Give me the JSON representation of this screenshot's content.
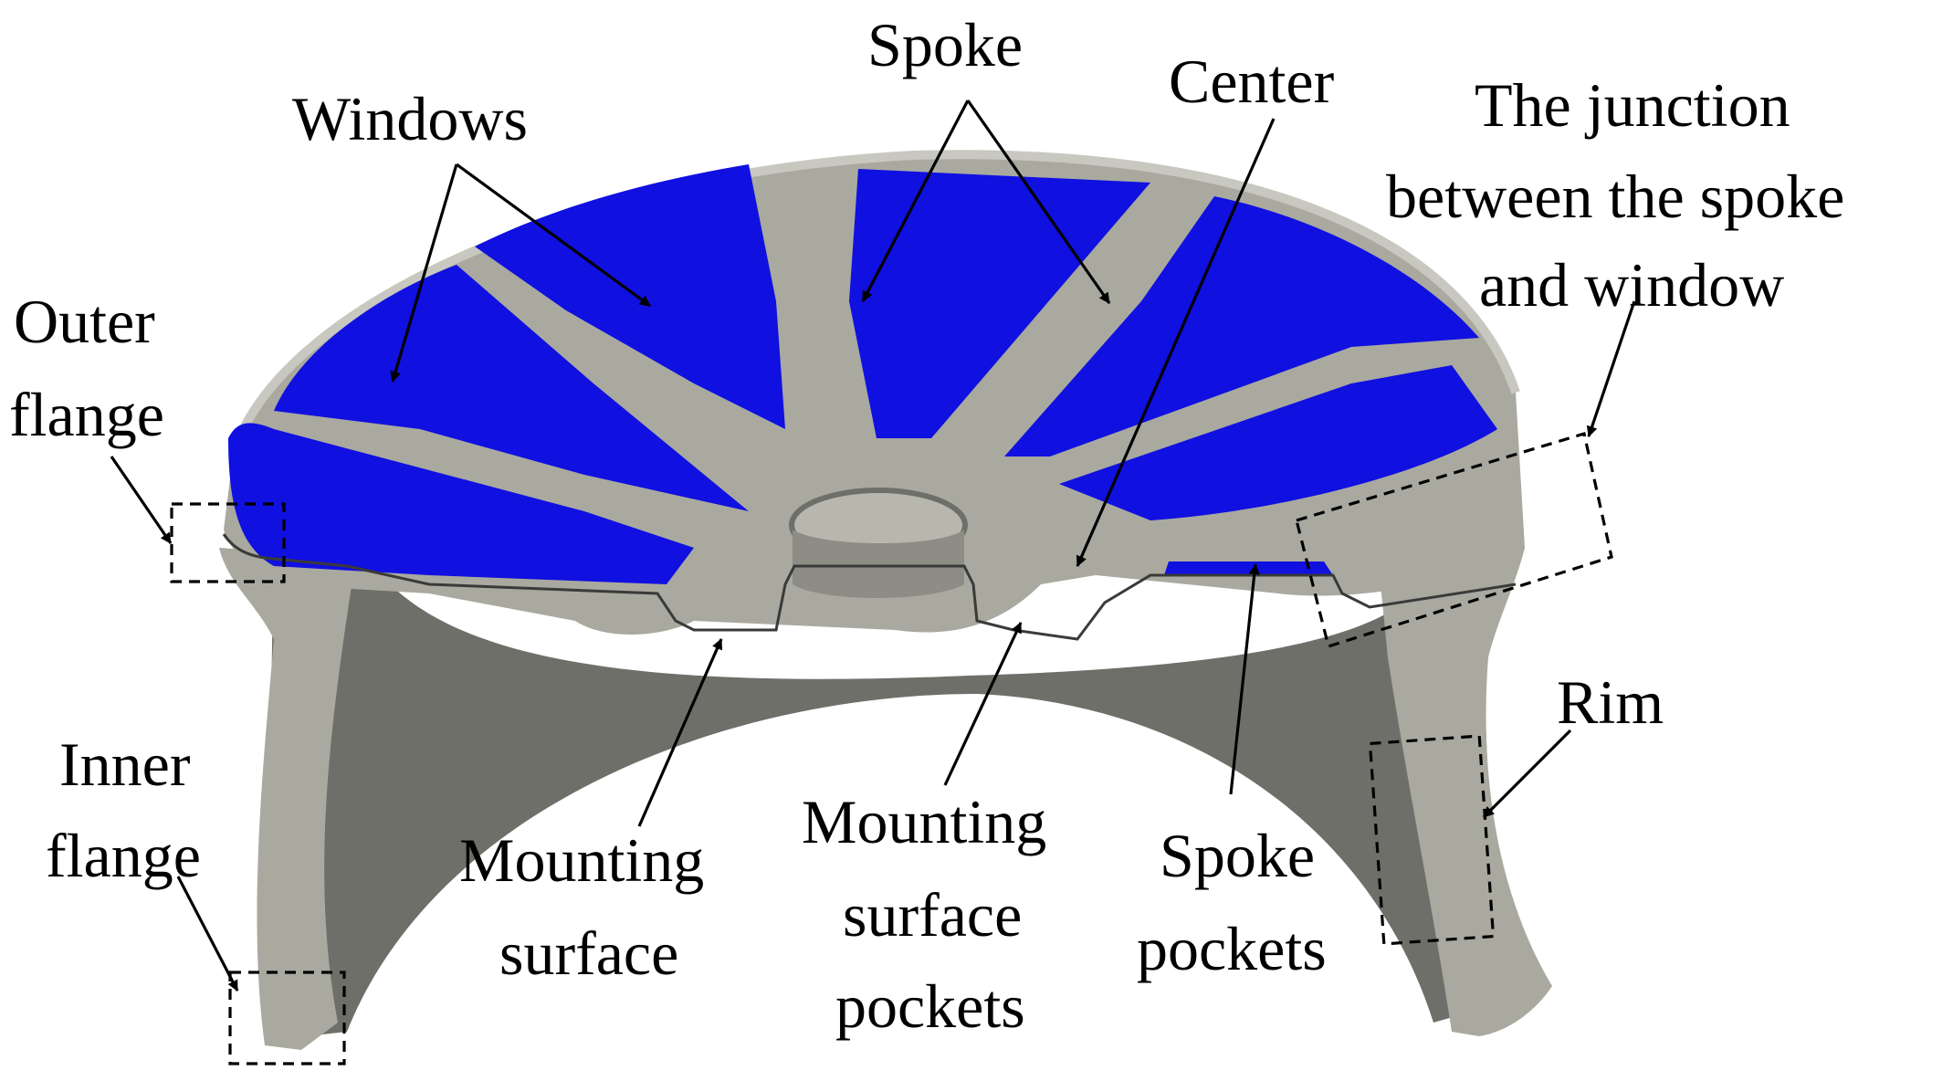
{
  "labels": {
    "windows": "Windows",
    "spoke": "Spoke",
    "center": "Center",
    "junction_line1": "The junction",
    "junction_line2": "between the spoke",
    "junction_line3": "and window",
    "outer_flange_line1": "Outer",
    "outer_flange_line2": "flange",
    "inner_flange_line1": "Inner",
    "inner_flange_line2": "flange",
    "mounting_surface_line1": "Mounting",
    "mounting_surface_line2": "surface",
    "mounting_pockets_line1": "Mounting",
    "mounting_pockets_line2": "surface",
    "mounting_pockets_line3": "pockets",
    "spoke_pockets_line1": "Spoke",
    "spoke_pockets_line2": "pockets",
    "rim": "Rim"
  },
  "colors": {
    "metal": "#a9a9a0",
    "metal_dark": "#6f6f6a",
    "window_blue": "#1010e0",
    "outline": "#000000"
  }
}
